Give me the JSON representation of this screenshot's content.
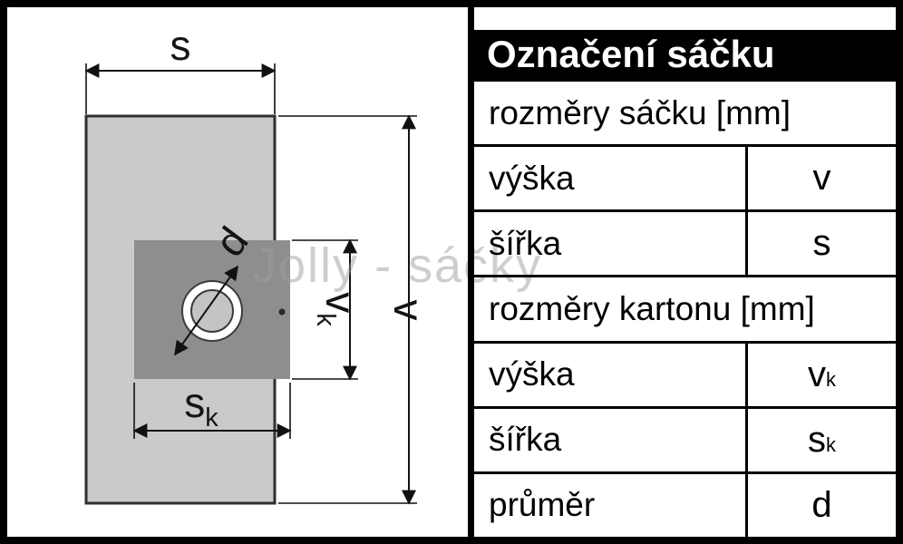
{
  "watermark": "Jolly - sáčky",
  "diagram": {
    "colors": {
      "bag": "#cacaca",
      "carton": "#8e8e8e",
      "hole_ring": "#ffffff",
      "hole_inner": "#c4c4c4"
    },
    "bag_width_label": "s",
    "bag_height_label": "v",
    "carton_height_label": "v",
    "carton_height_sub": "k",
    "carton_width_label": "s",
    "carton_width_sub": "k",
    "diameter_label": "d"
  },
  "table": {
    "title": "Označení sáčku",
    "rows": [
      {
        "type": "section",
        "label": "rozměry sáčku [mm]",
        "symbol": "",
        "sub": ""
      },
      {
        "type": "pair",
        "label": "výška",
        "symbol": "v",
        "sub": ""
      },
      {
        "type": "pair",
        "label": "šířka",
        "symbol": "s",
        "sub": ""
      },
      {
        "type": "section",
        "label": "rozměry kartonu [mm]",
        "symbol": "",
        "sub": ""
      },
      {
        "type": "pair",
        "label": "výška",
        "symbol": "v",
        "sub": "k"
      },
      {
        "type": "pair",
        "label": "šířka",
        "symbol": "s",
        "sub": "k"
      },
      {
        "type": "pair",
        "label": "průměr",
        "symbol": "d",
        "sub": ""
      }
    ]
  }
}
